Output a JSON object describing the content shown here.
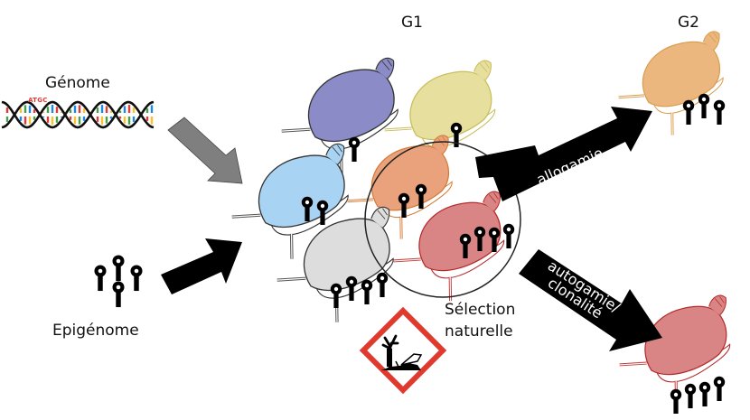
{
  "labels": {
    "genome": "Génome",
    "epigenome": "Epigénome",
    "generation1": "G1",
    "generation2": "G2",
    "selection_line1": "Sélection",
    "selection_line2": "naturelle",
    "allogamy": "allogamie",
    "autogamy_line1": "autogamie/",
    "autogamy_line2": "clonalité",
    "dna_bases": "ATGC"
  },
  "colors": {
    "snail_purple": "#8b8bc7",
    "snail_yellow": "#e6df9e",
    "snail_blue": "#a9d3f2",
    "snail_orange": "#e9a27b",
    "snail_gray": "#dddddd",
    "snail_red": "#d98585",
    "snail_g2_orange": "#ebb77f",
    "snail_g2_red": "#d98585",
    "hazard_red": "#e03a2e",
    "genome_arrow": "#7f7f7f",
    "dna_base_colors": [
      "#e53935",
      "#fbc02d",
      "#43a047",
      "#1e88e5"
    ]
  },
  "snails": [
    {
      "id": "purple",
      "generation": "G1",
      "marks": 1
    },
    {
      "id": "yellow",
      "generation": "G1",
      "marks": 1
    },
    {
      "id": "blue",
      "generation": "G1",
      "marks": 2
    },
    {
      "id": "orange",
      "generation": "G1",
      "marks": 2,
      "selected": true
    },
    {
      "id": "gray",
      "generation": "G1",
      "marks": 4
    },
    {
      "id": "red",
      "generation": "G1",
      "marks": 4,
      "selected": true
    },
    {
      "id": "g2-orange",
      "generation": "G2",
      "marks": 3
    },
    {
      "id": "g2-red",
      "generation": "G2",
      "marks": 4
    }
  ]
}
